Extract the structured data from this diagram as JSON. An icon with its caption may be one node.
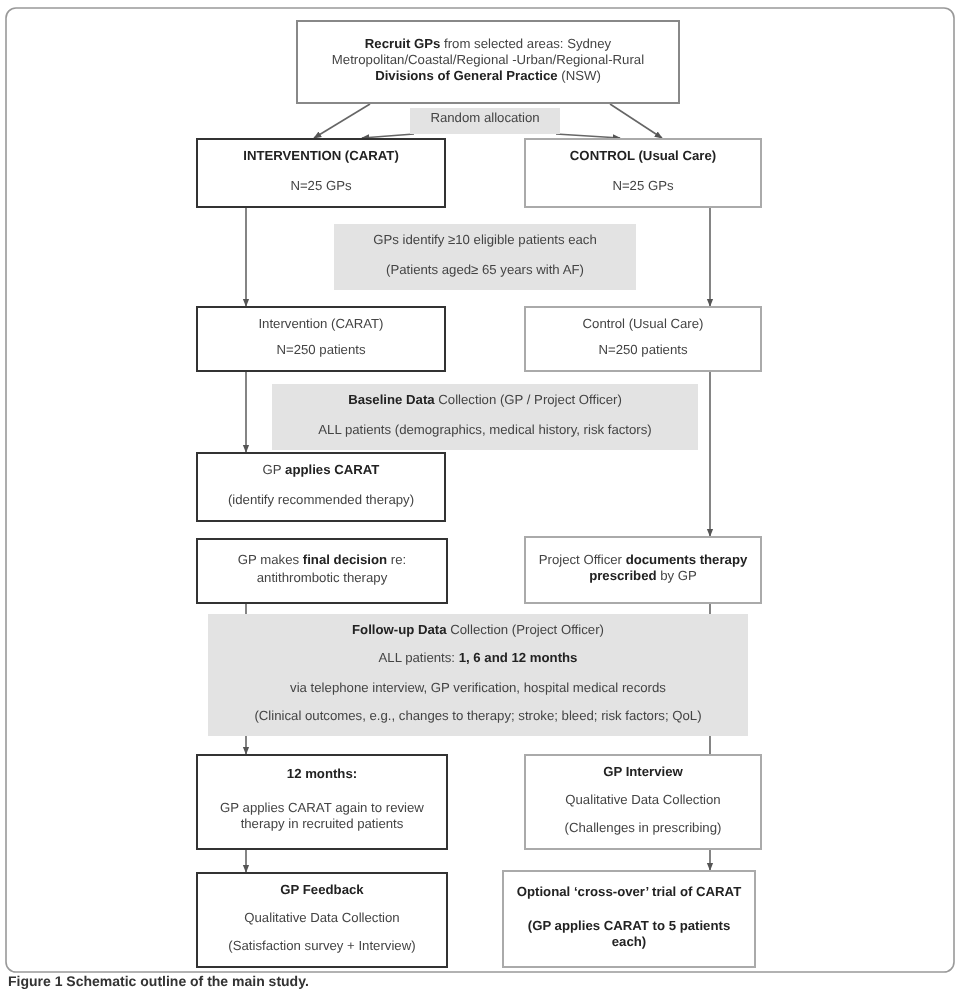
{
  "diagram": {
    "caption": "**Figure 1** Schematic outline of the main study.",
    "nodes": [
      {
        "text": [
          "**Recruit GPs** from selected areas: Sydney Metropolitan/Coastal/Regional -Urban/Regional-Rural **Divisions of General Practice** (NSW)"
        ]
      },
      {
        "text": [
          "Random allocation"
        ]
      },
      {
        "text": [
          "INTERVENTION (CARAT)",
          "N=25 GPs"
        ]
      },
      {
        "text": [
          "CONTROL (Usual Care)",
          "N=25 GPs"
        ]
      },
      {
        "text": [
          "GPs identify ≥10 eligible patients each",
          "(Patients aged≥ 65 years with AF)"
        ]
      },
      {
        "text": [
          "Intervention (CARAT)",
          "N=250 patients"
        ]
      },
      {
        "text": [
          "Control (Usual Care)",
          "N=250 patients"
        ]
      },
      {
        "text": [
          "**Baseline Data** Collection (GP / Project Officer)",
          "ALL patients (demographics, medical history, risk factors)"
        ]
      },
      {
        "text": [
          "GP **applies CARAT**",
          "(identify recommended therapy)"
        ]
      },
      {
        "text": [
          "GP makes **final decision** re: antithrombotic therapy"
        ]
      },
      {
        "text": [
          "Project Officer **documents therapy prescribed** by GP"
        ]
      },
      {
        "text": [
          "**Follow-up Data** Collection (Project Officer)",
          "ALL patients: **1, 6 and 12 months**",
          "via telephone interview, GP verification, hospital medical records",
          "(Clinical outcomes, e.g., changes to therapy; stroke; bleed; risk factors; QoL)"
        ]
      },
      {
        "text": [
          "12 months:",
          "GP applies CARAT again to review therapy in recruited patients"
        ]
      },
      {
        "text": [
          "GP Interview",
          "Qualitative Data Collection",
          "(Challenges in prescribing)"
        ]
      },
      {
        "text": [
          "GP Feedback",
          "Qualitative Data Collection",
          "(Satisfaction survey + Interview)"
        ]
      },
      {
        "text": [
          "Optional ‘cross-over’ trial of CARAT",
          "(GP applies CARAT to 5 patients each)"
        ]
      }
    ],
    "edges": [
      {
        "from": 0,
        "to": 2,
        "arrow": "to"
      },
      {
        "from": 1,
        "to": 2,
        "arrow": "to"
      },
      {
        "from": 1,
        "to": 3,
        "arrow": "to"
      },
      {
        "from": 0,
        "to": 3,
        "arrow": "to"
      },
      {
        "from": 2,
        "to": 5,
        "arrow": "to"
      },
      {
        "from": 3,
        "to": 6,
        "arrow": "to"
      },
      {
        "from": 5,
        "to": 8,
        "arrow": "to"
      },
      {
        "from": 6,
        "to": 10,
        "arrow": "to"
      },
      {
        "from": 9,
        "to": 11,
        "arrow": "none"
      },
      {
        "from": 11,
        "to": 12,
        "arrow": "to"
      },
      {
        "from": 10,
        "to": 11,
        "arrow": "none"
      },
      {
        "from": 11,
        "to": 13,
        "arrow": "none"
      },
      {
        "from": 12,
        "to": 14,
        "arrow": "to"
      },
      {
        "from": 13,
        "to": 15,
        "arrow": "to"
      }
    ]
  }
}
